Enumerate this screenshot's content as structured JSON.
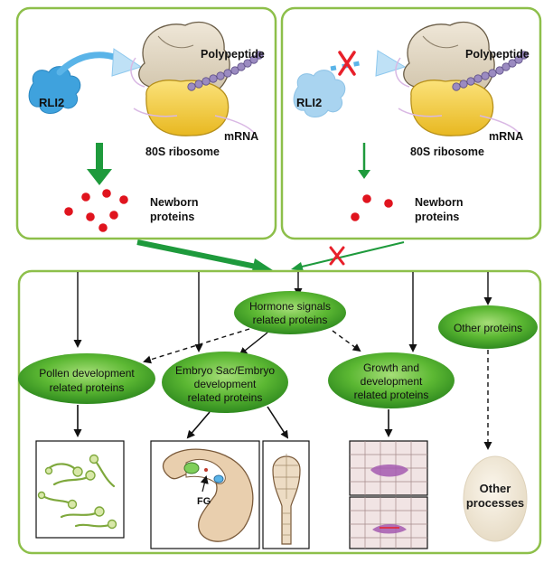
{
  "left_panel": {
    "rli2": "RLI2",
    "polypeptide": "Polypeptide",
    "mrna": "mRNA",
    "ribosome": "80S ribosome",
    "newborn_line1": "Newborn",
    "newborn_line2": "proteins"
  },
  "right_panel": {
    "rli2": "RLI2",
    "polypeptide": "Polypeptide",
    "mrna": "mRNA",
    "ribosome": "80S ribosome",
    "newborn_line1": "Newborn",
    "newborn_line2": "proteins"
  },
  "bottom_panel": {
    "hormone_line1": "Hormone signals",
    "hormone_line2": "related proteins",
    "pollen_line1": "Pollen development",
    "pollen_line2": "related proteins",
    "embryo_line1": "Embryo Sac/Embryo",
    "embryo_line2": "development",
    "embryo_line3": "related proteins",
    "growth_line1": "Growth and",
    "growth_line2": "development",
    "growth_line3": "related proteins",
    "other_proteins": "Other proteins",
    "other_proc_line1": "Other",
    "other_proc_line2": "processes",
    "fg_label": "FG"
  },
  "colors": {
    "panel_border": "#8dbf4a",
    "arrow_green": "#1e9a3c",
    "ellipse_green": "#5cb833",
    "inhibit_red": "#e8202a",
    "protein_red": "#e0141e",
    "rli2_blue": "#3fa2dd",
    "rli2_faded": "#a9d4f0",
    "ribosome_large": "#e3d8c4",
    "ribosome_small": "#f4d03f",
    "polypeptide_purple": "#9b8bc1"
  }
}
